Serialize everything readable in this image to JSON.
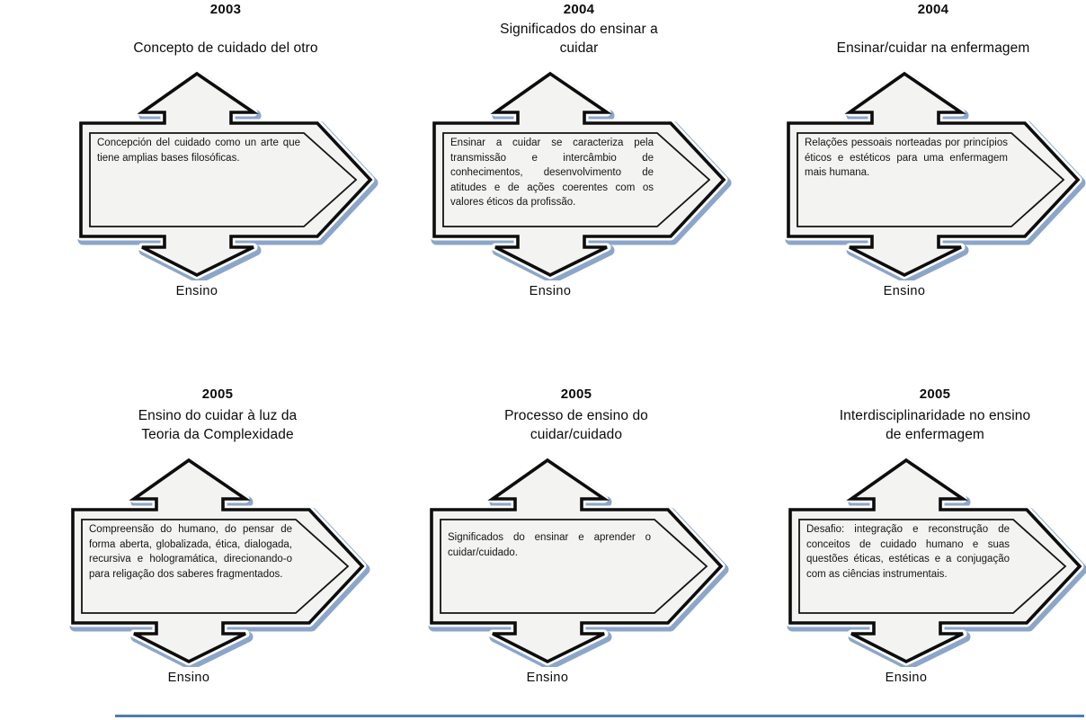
{
  "page": {
    "background_color": "#ffffff",
    "divider_color": "#4f7dad",
    "shape_fill_color": "#f3f3f2",
    "shape_outline_color": "#0d0d0d",
    "shape_accent_color": "#8ba6c9"
  },
  "figures": [
    {
      "year": "2003",
      "title": "Concepto de cuidado del otro",
      "description": "Concepción del cuidado como un arte que tiene amplias bases filosóficas.",
      "axis_label": "Ensino"
    },
    {
      "year": "2004",
      "title": "Significados do ensinar a cuidar",
      "description": "Ensinar a cuidar se caracteriza pela transmissão e intercâmbio de conhecimentos, desenvolvimento de atitudes e de ações coerentes com os valores éticos da profissão.",
      "axis_label": "Ensino"
    },
    {
      "year": "2004",
      "title": "Ensinar/cuidar na enfermagem",
      "description": "Relações pessoais norteadas por princípios éticos e estéticos para uma enfermagem mais humana.",
      "axis_label": "Ensino"
    },
    {
      "year": "2005",
      "title": "Ensino do cuidar à luz da Teoria da Complexidade",
      "description": "Compreensão do humano, do pensar de forma aberta, globalizada, ética, dialogada, recursiva e hologramática, direcionando-o para religação dos saberes fragmentados.",
      "axis_label": "Ensino"
    },
    {
      "year": "2005",
      "title": "Processo de ensino do cuidar/cuidado",
      "description": "Significados do ensinar e aprender o cuidar/cuidado.",
      "axis_label": "Ensino"
    },
    {
      "year": "2005",
      "title": "Interdisciplinaridade no ensino de enfermagem",
      "description": "Desafio: integração e reconstrução de conceitos de cuidado humano e suas questões éticas, estéticas e a conjugação com as ciências instrumentais.",
      "axis_label": "Ensino"
    }
  ]
}
